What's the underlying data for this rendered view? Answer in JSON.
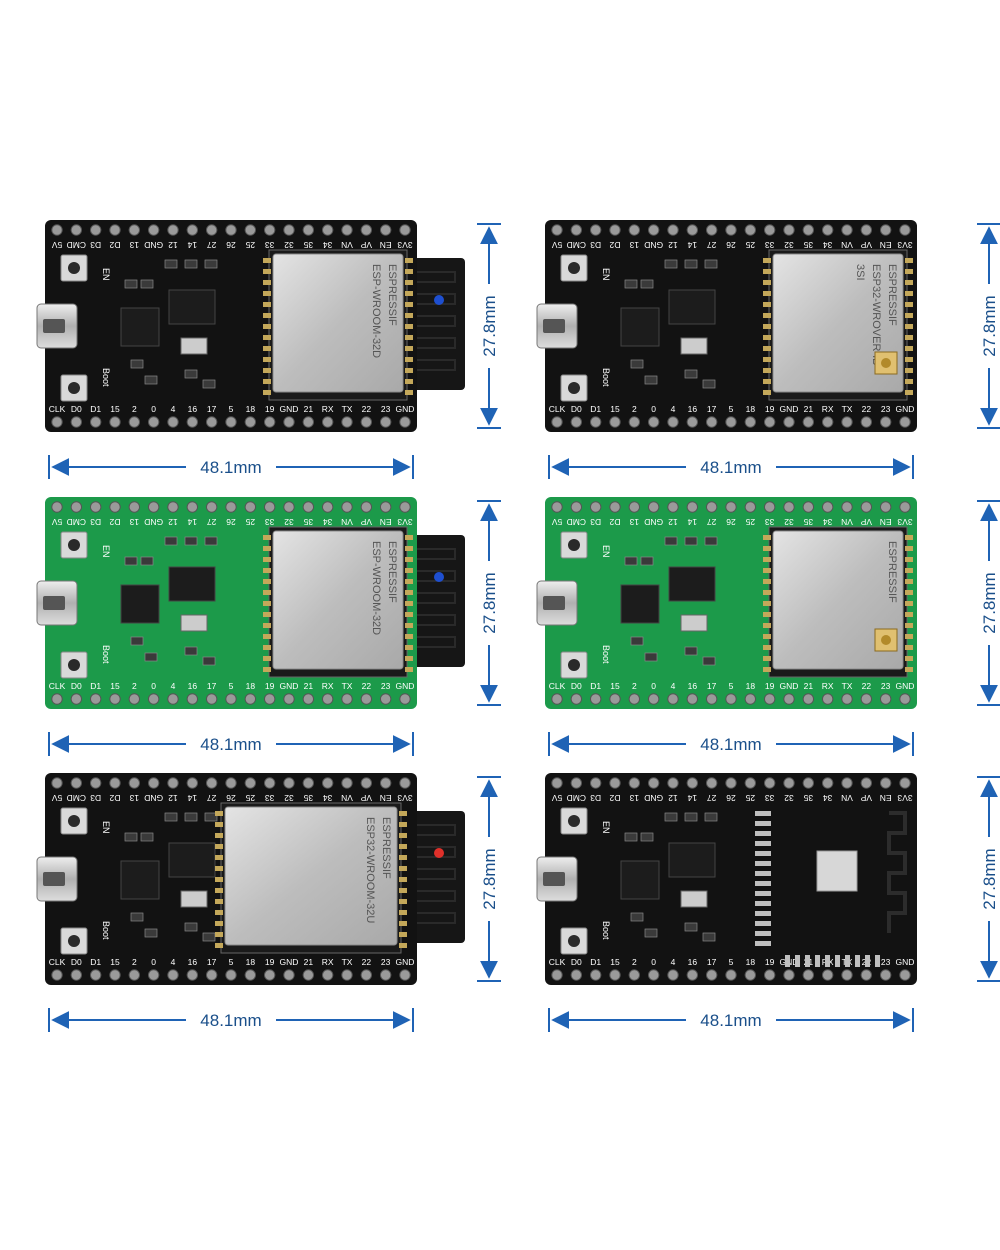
{
  "dimensions": {
    "width": "48.1mm",
    "height": "27.8mm"
  },
  "colors": {
    "dimension_line": "#1f63b5",
    "dimension_text": "#1a4f8a",
    "pcb_black": "#121212",
    "pcb_green": "#1c9a4a",
    "pin": "#9a9a9a",
    "module_silver": "#c9c9c9",
    "text_white": "#ffffff"
  },
  "boards": [
    {
      "variant": "black",
      "module": "wroom-32d",
      "antenna": "external-blue",
      "module_texts": [
        "ESPRESSIF",
        "ESP-WROOM-32D"
      ],
      "top_pins": [
        "3V3",
        "EN",
        "VP",
        "VN",
        "34",
        "35",
        "32",
        "33",
        "25",
        "26",
        "27",
        "14",
        "12",
        "GND",
        "13",
        "D2",
        "D3",
        "CMD",
        "5V"
      ],
      "bottom_pins": [
        "GND",
        "23",
        "22",
        "TX",
        "RX",
        "21",
        "GND",
        "19",
        "18",
        "5",
        "17",
        "16",
        "4",
        "0",
        "2",
        "15",
        "D1",
        "D0",
        "CLK"
      ],
      "side_labels": [
        "EN",
        "Boot"
      ]
    },
    {
      "variant": "black",
      "module": "wrover-ipex",
      "antenna": "ipex",
      "module_texts": [
        "ESPRESSIF",
        "ESP32-WROVER-IB",
        "3SI"
      ],
      "top_pins": [
        "3V3",
        "EN",
        "VP",
        "VN",
        "34",
        "35",
        "32",
        "33",
        "25",
        "26",
        "27",
        "14",
        "12",
        "GND",
        "13",
        "D2",
        "D3",
        "CMD",
        "5V"
      ],
      "bottom_pins": [
        "GND",
        "23",
        "22",
        "TX",
        "RX",
        "21",
        "GND",
        "19",
        "18",
        "5",
        "17",
        "16",
        "4",
        "0",
        "2",
        "15",
        "D1",
        "D0",
        "CLK"
      ],
      "side_labels": [
        "EN",
        "Boot"
      ]
    },
    {
      "variant": "green",
      "module": "wroom-32d",
      "antenna": "external-blue",
      "module_texts": [
        "ESPRESSIF",
        "ESP-WROOM-32D"
      ],
      "top_pins": [
        "3V3",
        "EN",
        "VP",
        "VN",
        "34",
        "35",
        "32",
        "33",
        "25",
        "26",
        "27",
        "14",
        "12",
        "GND",
        "13",
        "D2",
        "D3",
        "CMD",
        "5V"
      ],
      "bottom_pins": [
        "GND",
        "23",
        "22",
        "TX",
        "RX",
        "21",
        "GND",
        "19",
        "18",
        "5",
        "17",
        "16",
        "4",
        "0",
        "2",
        "15",
        "D1",
        "D0",
        "CLK"
      ],
      "side_labels": [
        "EN",
        "Boot"
      ]
    },
    {
      "variant": "green",
      "module": "wrover-ipex",
      "antenna": "ipex",
      "module_texts": [
        "ESPRESSIF"
      ],
      "top_pins": [
        "3V3",
        "EN",
        "VP",
        "VN",
        "34",
        "35",
        "32",
        "33",
        "25",
        "26",
        "27",
        "14",
        "12",
        "GND",
        "13",
        "D2",
        "D3",
        "CMD",
        "5V"
      ],
      "bottom_pins": [
        "GND",
        "23",
        "22",
        "TX",
        "RX",
        "21",
        "GND",
        "19",
        "18",
        "5",
        "17",
        "16",
        "4",
        "0",
        "2",
        "15",
        "D1",
        "D0",
        "CLK"
      ],
      "side_labels": [
        "EN",
        "Boot"
      ]
    },
    {
      "variant": "black",
      "module": "wroom-32u",
      "antenna": "external-red",
      "module_texts": [
        "ESPRESSIF",
        "ESP32-WROOM-32U"
      ],
      "top_pins": [
        "3V3",
        "EN",
        "VP",
        "VN",
        "34",
        "35",
        "32",
        "33",
        "25",
        "26",
        "27",
        "14",
        "12",
        "GND",
        "13",
        "D2",
        "D3",
        "CMD",
        "5V"
      ],
      "bottom_pins": [
        "GND",
        "23",
        "22",
        "TX",
        "RX",
        "21",
        "GND",
        "19",
        "18",
        "5",
        "17",
        "16",
        "4",
        "0",
        "2",
        "15",
        "D1",
        "D0",
        "CLK"
      ],
      "side_labels": [
        "EN",
        "Boot"
      ]
    },
    {
      "variant": "black",
      "module": "bare-footprint",
      "antenna": "pcb-trace",
      "module_texts": [],
      "top_pins": [
        "3V3",
        "EN",
        "VP",
        "VN",
        "34",
        "35",
        "32",
        "33",
        "25",
        "26",
        "27",
        "14",
        "12",
        "GND",
        "13",
        "D2",
        "D3",
        "CMD",
        "5V"
      ],
      "bottom_pins": [
        "GND",
        "23",
        "22",
        "TX",
        "RX",
        "21",
        "GND",
        "19",
        "18",
        "5",
        "17",
        "16",
        "4",
        "0",
        "2",
        "15",
        "D1",
        "D0",
        "CLK"
      ],
      "side_labels": [
        "EN",
        "Boot"
      ]
    }
  ]
}
